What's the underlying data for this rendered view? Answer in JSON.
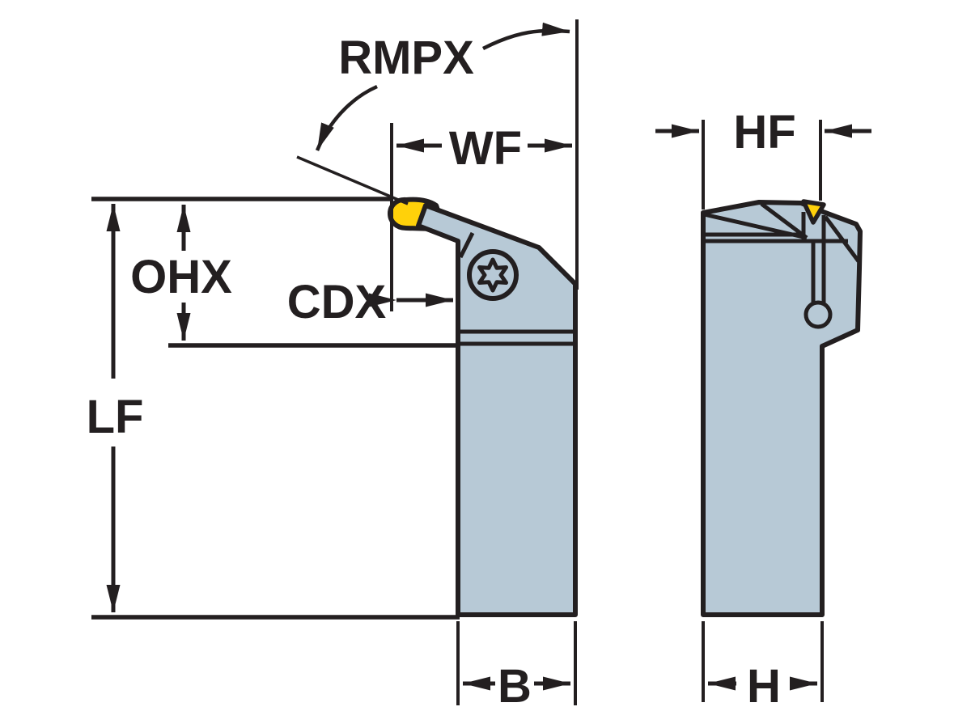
{
  "diagram": {
    "type": "technical-dimension-drawing",
    "labels": {
      "rmpx": "RMPX",
      "wf": "WF",
      "ohx": "OHX",
      "cdx": "CDX",
      "lf": "LF",
      "b": "B",
      "hf": "HF",
      "h": "H"
    },
    "colors": {
      "body_fill": "#b7c9d6",
      "insert_fill": "#ffd10a",
      "line": "#231f20",
      "background": "#ffffff"
    }
  }
}
